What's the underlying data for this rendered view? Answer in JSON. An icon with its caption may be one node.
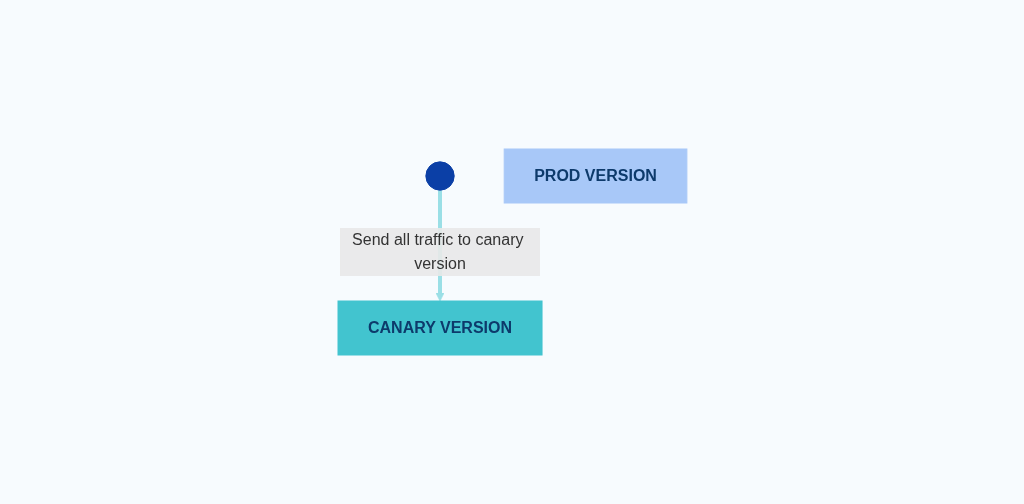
{
  "diagram": {
    "nodes": [
      {
        "text": [],
        "shape": "person"
      },
      {
        "text": [
          "PROD VERSION"
        ]
      },
      {
        "text": [
          "CANARY VERSION"
        ]
      }
    ],
    "edges": [
      {
        "from": 0,
        "to": 2,
        "arrow": "to",
        "label": "Send all traffic to canary version",
        "color": "#9adfe6"
      }
    ]
  }
}
